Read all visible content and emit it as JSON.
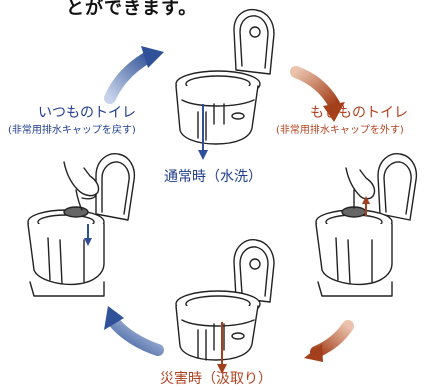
{
  "top_text": "とができます。",
  "labels": {
    "normal_use": {
      "title": "いつものトイレ",
      "note": "(非常用排水キャップを戻す)"
    },
    "emergency_use": {
      "title": "もしものトイレ",
      "note": "(非常用排水キャップを外す)"
    },
    "normal_time": "通常時（水洗）",
    "disaster_time": "災害時（汲取り）"
  },
  "colors": {
    "blue_label": "#1f3f8f",
    "red_label": "#b2421f",
    "blue_arrow": "#4a6aa6",
    "red_arrow": "#b05a2c",
    "line": "#222222"
  }
}
